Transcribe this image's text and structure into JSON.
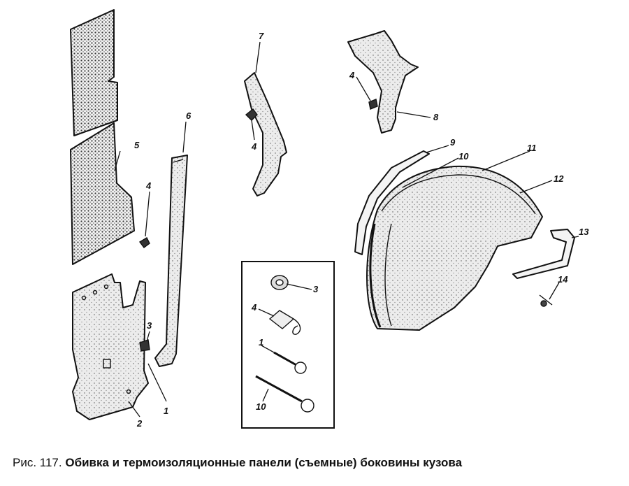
{
  "caption": {
    "figure_number": "Рис. 117.",
    "title": "Обивка и термоизоляционные панели (съемные) боковины кузова"
  },
  "callouts": {
    "c1a": "1",
    "c2": "2",
    "c3a": "3",
    "c4a": "4",
    "c5": "5",
    "c6": "6",
    "c7": "7",
    "c4b": "4",
    "c4c": "4",
    "c8": "8",
    "c9": "9",
    "c10a": "10",
    "c11": "11",
    "c12": "12",
    "c13": "13",
    "c14": "14",
    "c3b": "3",
    "c4d": "4",
    "c1b": "1",
    "c10b": "10"
  }
}
